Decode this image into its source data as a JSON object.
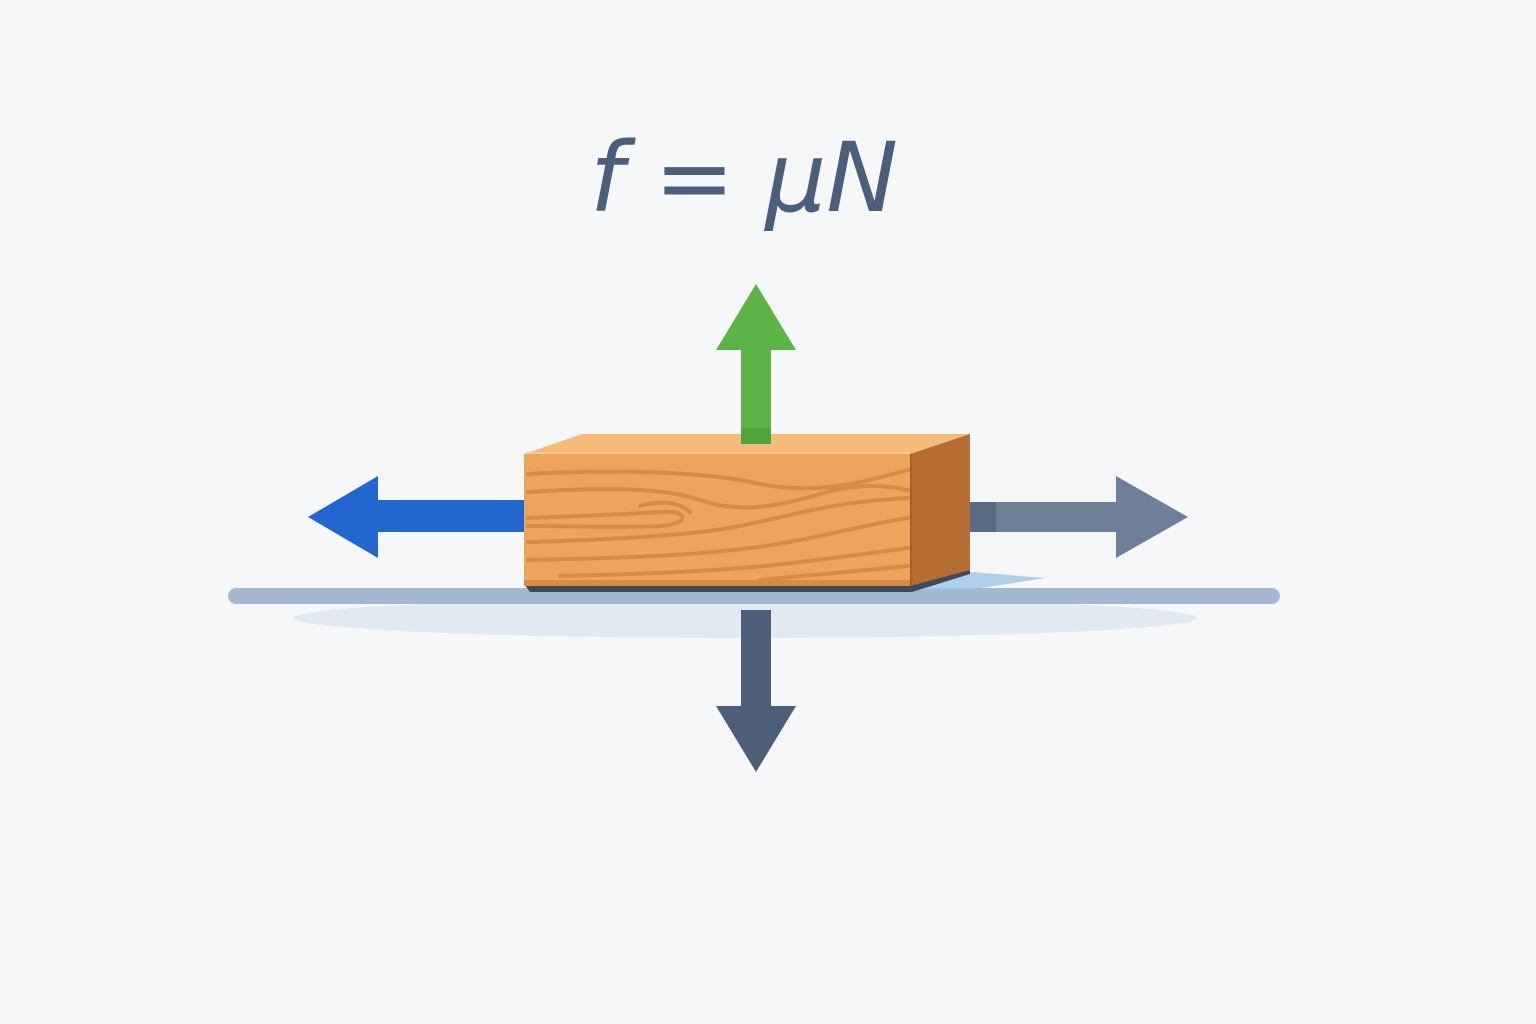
{
  "equation": {
    "text": "f = μN"
  },
  "colors": {
    "background": "#f5f7f9",
    "equation_text": "#4b5f7c",
    "normal_force_arrow": "#5cb346",
    "applied_force_arrow": "#2266d0",
    "friction_force_arrow": "#6e7f99",
    "weight_arrow": "#4d5e78",
    "block_front": "#eda45d",
    "block_top": "#f4bc78",
    "block_side": "#b56d34",
    "block_grain": "#d68c45",
    "surface_line": "#a6b8cf",
    "surface_shadow": "#dde7f2"
  },
  "elements": {
    "block": "wooden-block",
    "normal_arrow": "up-arrow",
    "weight_arrow": "down-arrow",
    "applied_arrow": "left-arrow",
    "friction_arrow": "right-arrow"
  }
}
